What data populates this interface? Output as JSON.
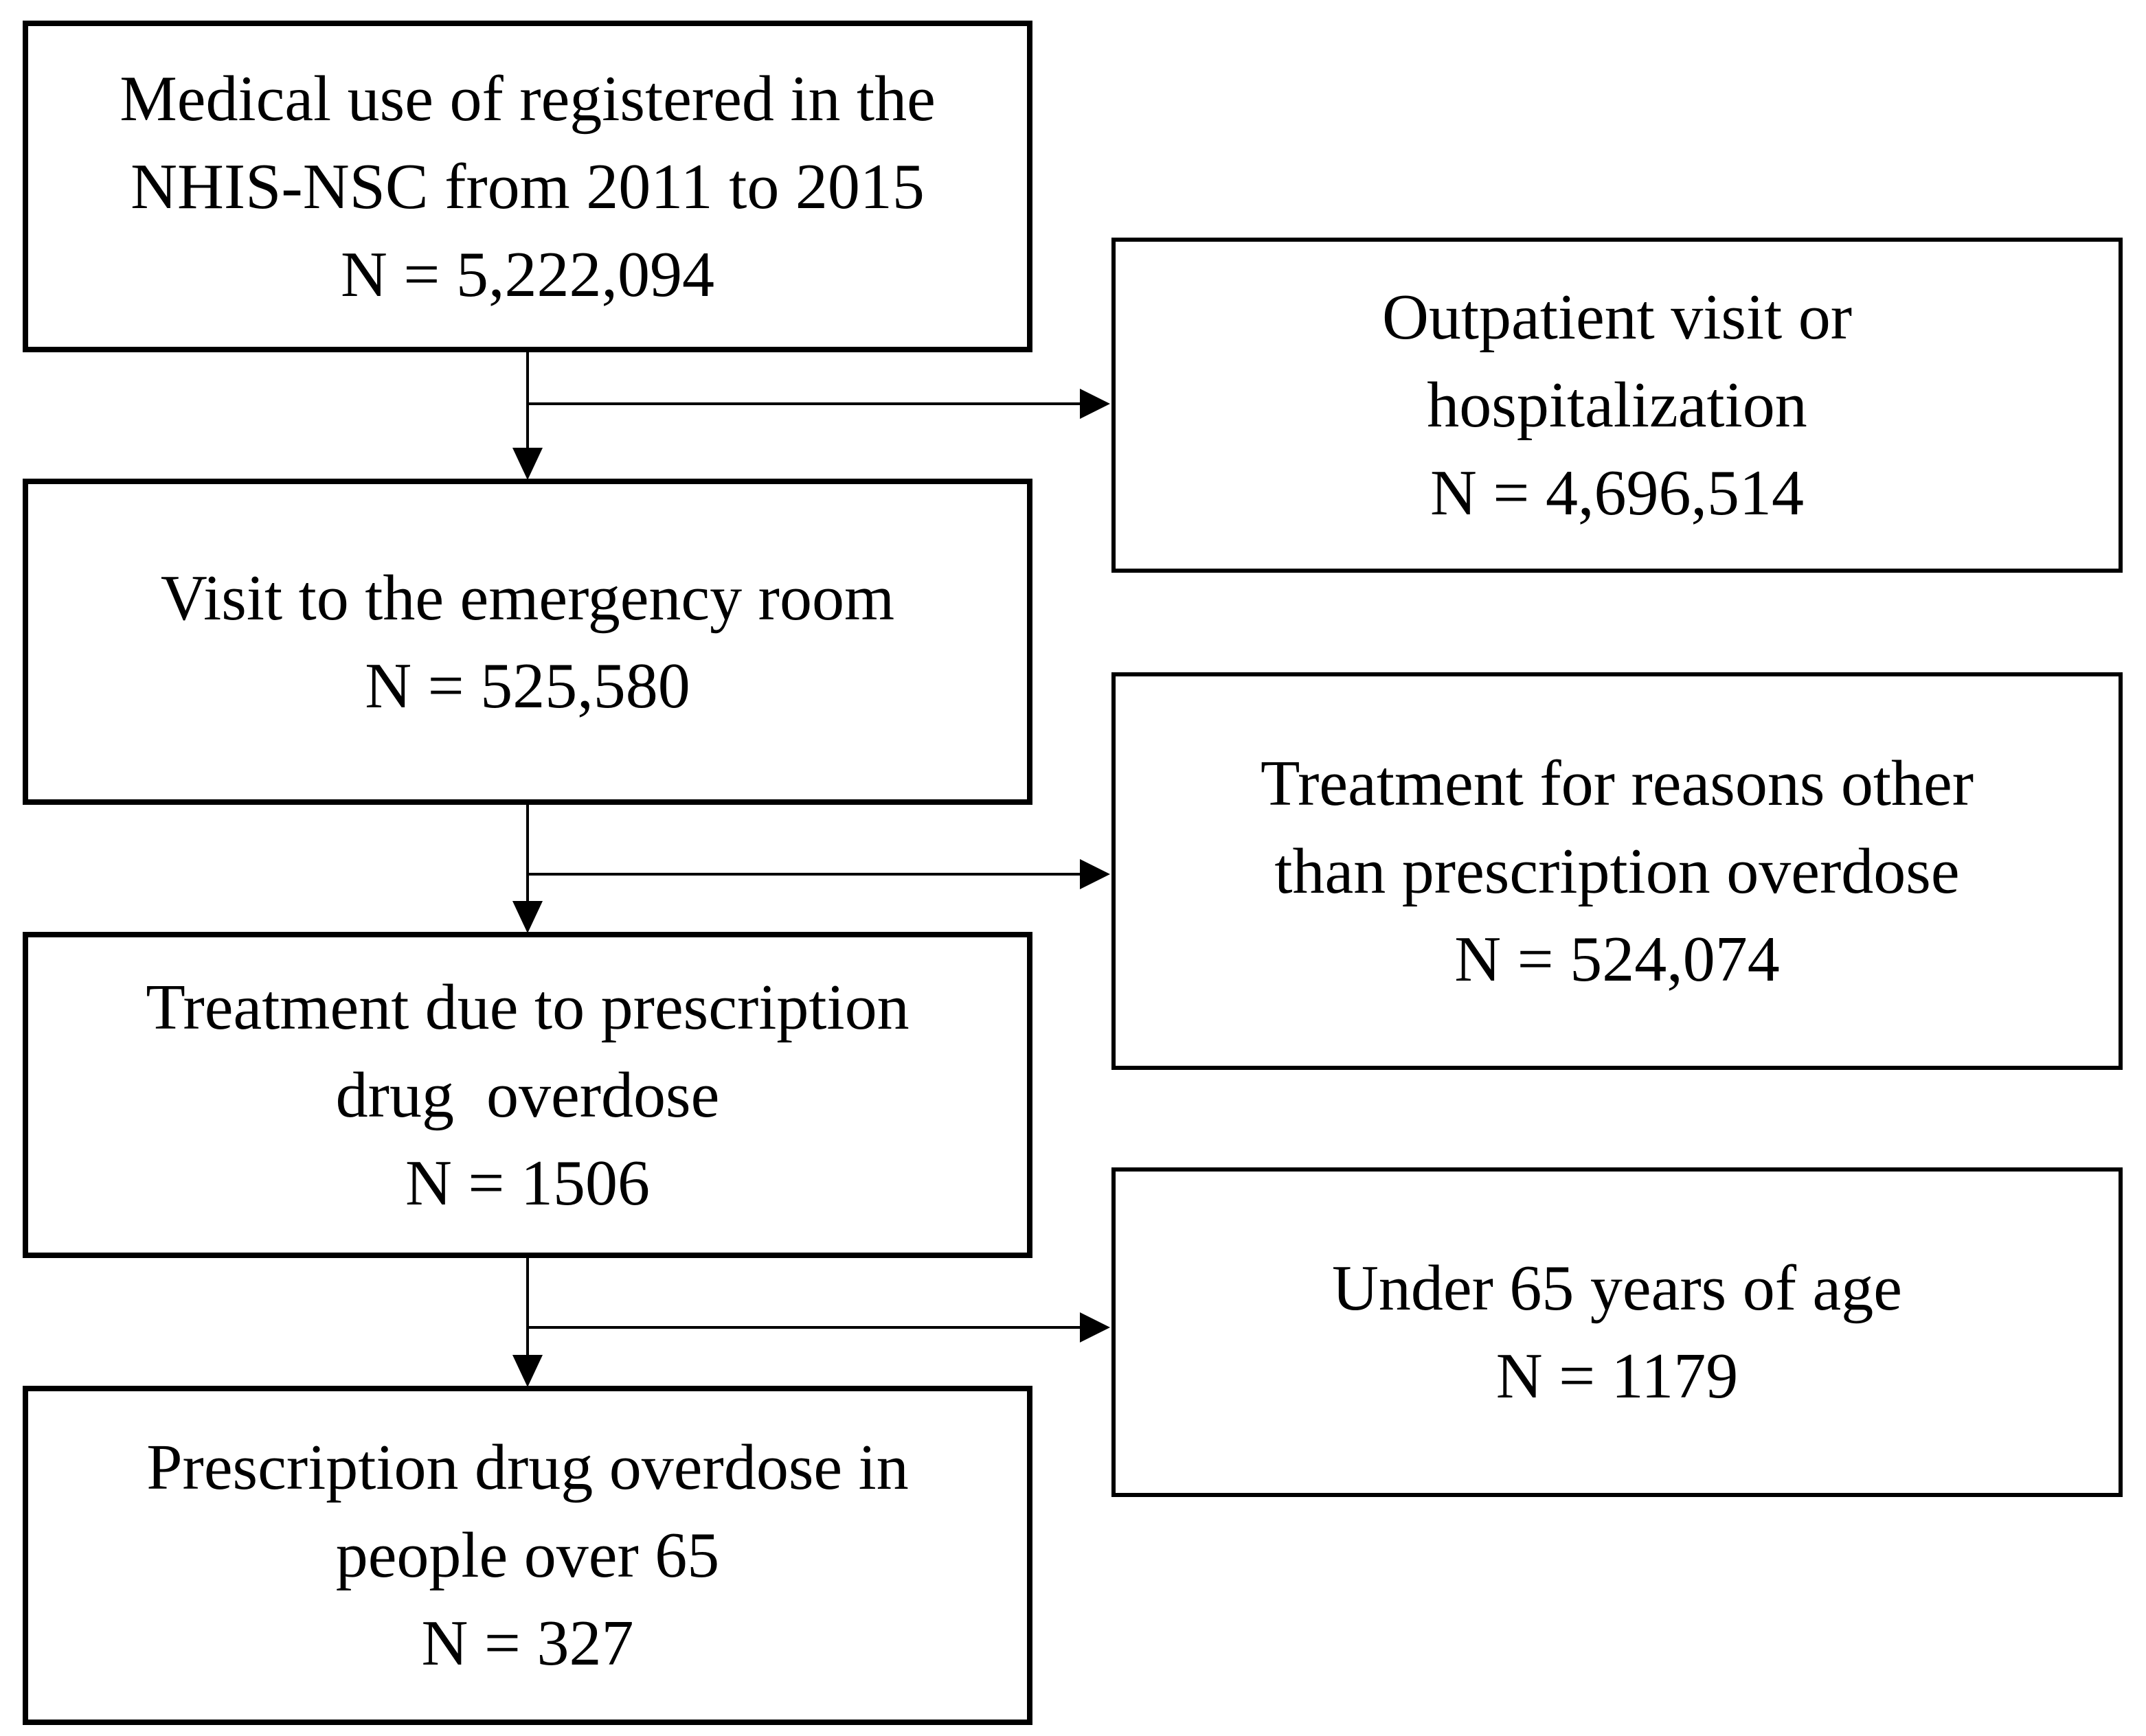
{
  "figure": {
    "boxes": {
      "cohort": {
        "line1": "Medical use of registered in the",
        "line2": "NHIS-NSC from 2011 to 2015",
        "n": "N = 5,222,094"
      },
      "outpatient_excluded": {
        "line1": "Outpatient visit or",
        "line2": "hospitalization",
        "n": "N = 4,696,514"
      },
      "er_visit": {
        "line1": "Visit to the emergency room",
        "n": "N = 525,580"
      },
      "non_overdose_excluded": {
        "line1": "Treatment for reasons other",
        "line2": "than prescription overdose",
        "n": "N = 524,074"
      },
      "overdose_treatment": {
        "line1": "Treatment due to prescription",
        "line2": "drug  overdose",
        "n": "N = 1506"
      },
      "under_65_excluded": {
        "line1": "Under 65 years of age",
        "n": "N = 1179"
      },
      "over_65": {
        "line1": "Prescription drug overdose in",
        "line2": "people over 65",
        "n": "N = 327"
      }
    },
    "colors": {
      "line": "#000000",
      "box_background": "#ffffff",
      "text": "#000000"
    }
  }
}
